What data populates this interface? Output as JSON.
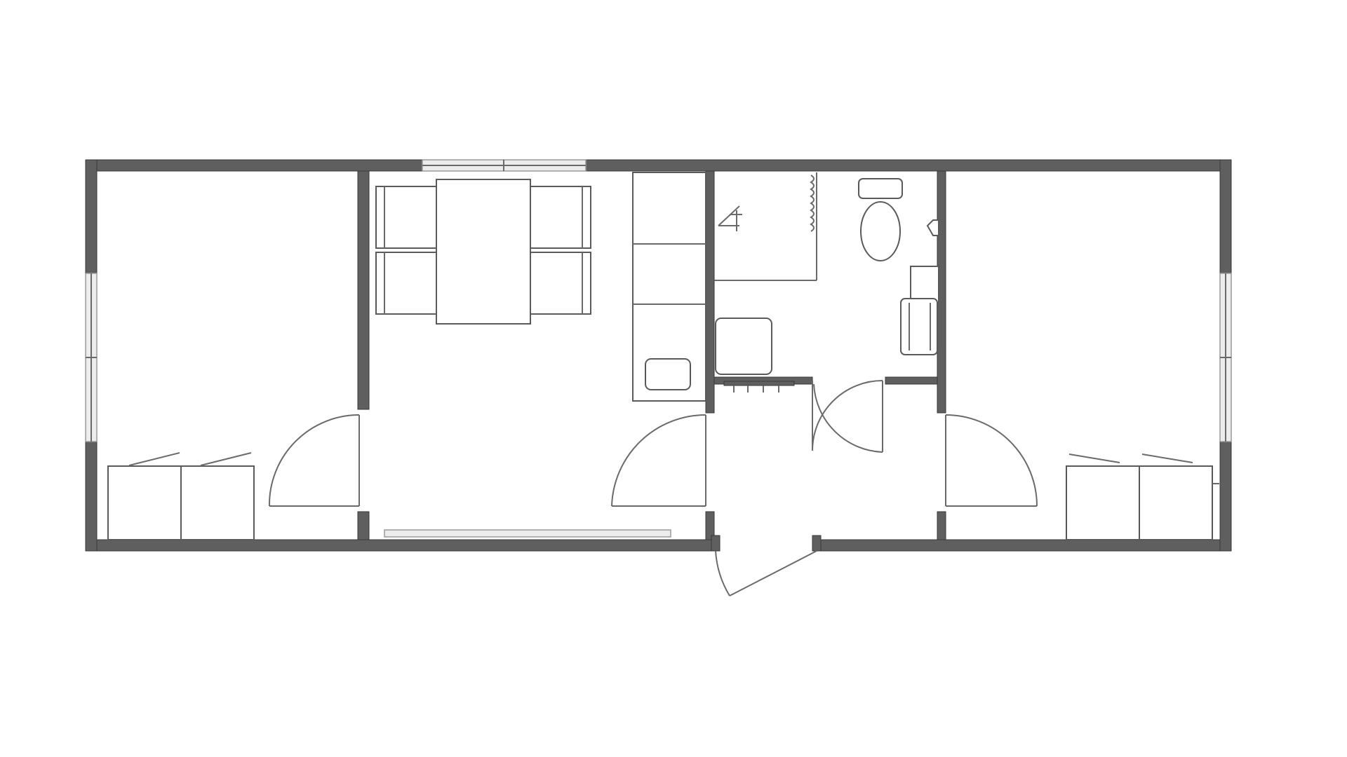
{
  "plan": {
    "rooms": [
      "left-bedroom",
      "kitchen-dining",
      "shower-room",
      "wc",
      "hallway",
      "right-bedroom"
    ],
    "colors": {
      "wall": "#5f5f5f",
      "line": "#5a5a5a",
      "background": "#ffffff"
    }
  }
}
